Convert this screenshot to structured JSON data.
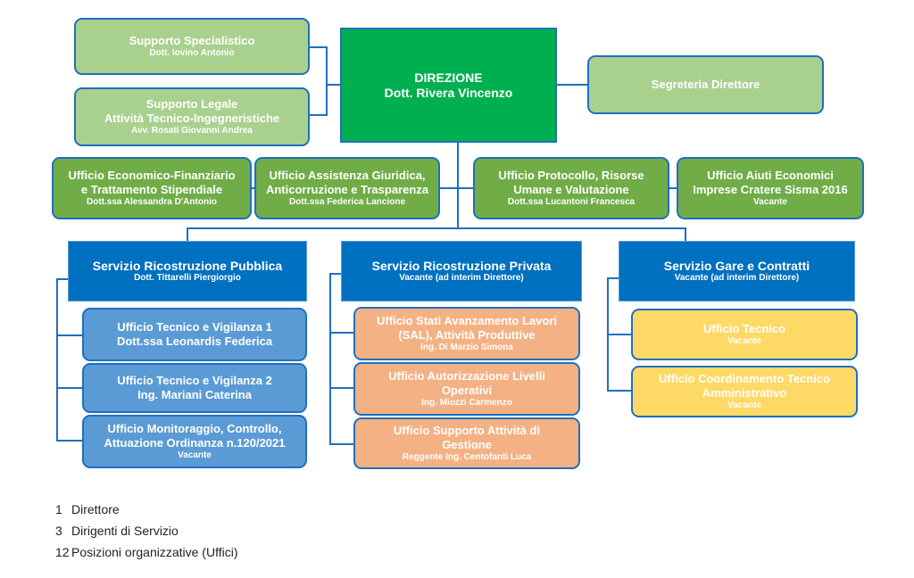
{
  "direzione": {
    "title": "DIREZIONE",
    "person": "Dott. Rivera Vincenzo"
  },
  "staff_left": [
    {
      "title": "Supporto Specialistico",
      "person": "Dott. Iovino Antonio"
    },
    {
      "title": "Supporto Legale",
      "title2": "Attività Tecnico-Ingegneristiche",
      "person": "Avv. Rosati Giovanni Andrea"
    }
  ],
  "staff_right": {
    "title": "Segreteria Direttore"
  },
  "uffici_direzione": [
    {
      "line1": "Ufficio Economico-Finanziario",
      "line2": "e Trattamento Stipendiale",
      "person": "Dott.ssa Alessandra D'Antonio"
    },
    {
      "line1": "Ufficio Assistenza Giuridica,",
      "line2": "Anticorruzione e Trasparenza",
      "person": "Dott.ssa Federica Lancione"
    },
    {
      "line1": "Ufficio Protocollo, Risorse",
      "line2": "Umane e Valutazione",
      "person": "Dott.ssa Lucantoni Francesca"
    },
    {
      "line1": "Ufficio Aiuti Economici",
      "line2": "Imprese Cratere Sisma 2016",
      "person": "Vacante"
    }
  ],
  "servizi": [
    {
      "title": "Servizio Ricostruzione Pubblica",
      "person": "Dott. Tittarelli Piergiorgio",
      "uffici": [
        {
          "line1": "Ufficio Tecnico e Vigilanza 1",
          "line2": "Dott.ssa Leonardis Federica"
        },
        {
          "line1": "Ufficio Tecnico e Vigilanza 2",
          "line2": "Ing. Mariani Caterina"
        },
        {
          "line1": "Ufficio Monitoraggio, Controllo,",
          "line2": "Attuazione Ordinanza n.120/2021",
          "person": "Vacante"
        }
      ]
    },
    {
      "title": "Servizio Ricostruzione Privata",
      "person": "Vacante (ad interim Direttore)",
      "uffici": [
        {
          "line1": "Ufficio Stati Avanzamento Lavori",
          "line2": "(SAL), Attività Produttive",
          "person": "Ing. Di Marzio Simona"
        },
        {
          "line1": "Ufficio Autorizzazione Livelli",
          "line2": "Operativi",
          "person": "Ing. Miozzi Carmenzo"
        },
        {
          "line1": "Ufficio Supporto Attività  di",
          "line2": "Gestione",
          "person": "Reggente Ing. Centofanti Luca"
        }
      ]
    },
    {
      "title": "Servizio Gare e Contratti",
      "person": "Vacante (ad interim Direttore)",
      "uffici": [
        {
          "line1": "Ufficio Tecnico",
          "person": "Vacante"
        },
        {
          "line1": "Ufficio Coordinamento Tecnico",
          "line2": "Amministrativo",
          "person": "Vacante"
        }
      ]
    }
  ],
  "summary": [
    {
      "count": "1",
      "label": "Direttore"
    },
    {
      "count": "3",
      "label": "Dirigenti di Servizio"
    },
    {
      "count": "12",
      "label": "Posizioni organizzative (Uffici)"
    }
  ],
  "colors": {
    "direzione": "#00b050",
    "staff": "#a9d18e",
    "uffici_direzione": "#70ad47",
    "servizio": "#0070c0",
    "uffici_pubblica": "#5b9bd5",
    "uffici_privata": "#f4b183",
    "uffici_gare": "#ffd966",
    "connector": "#1f6fbf"
  }
}
